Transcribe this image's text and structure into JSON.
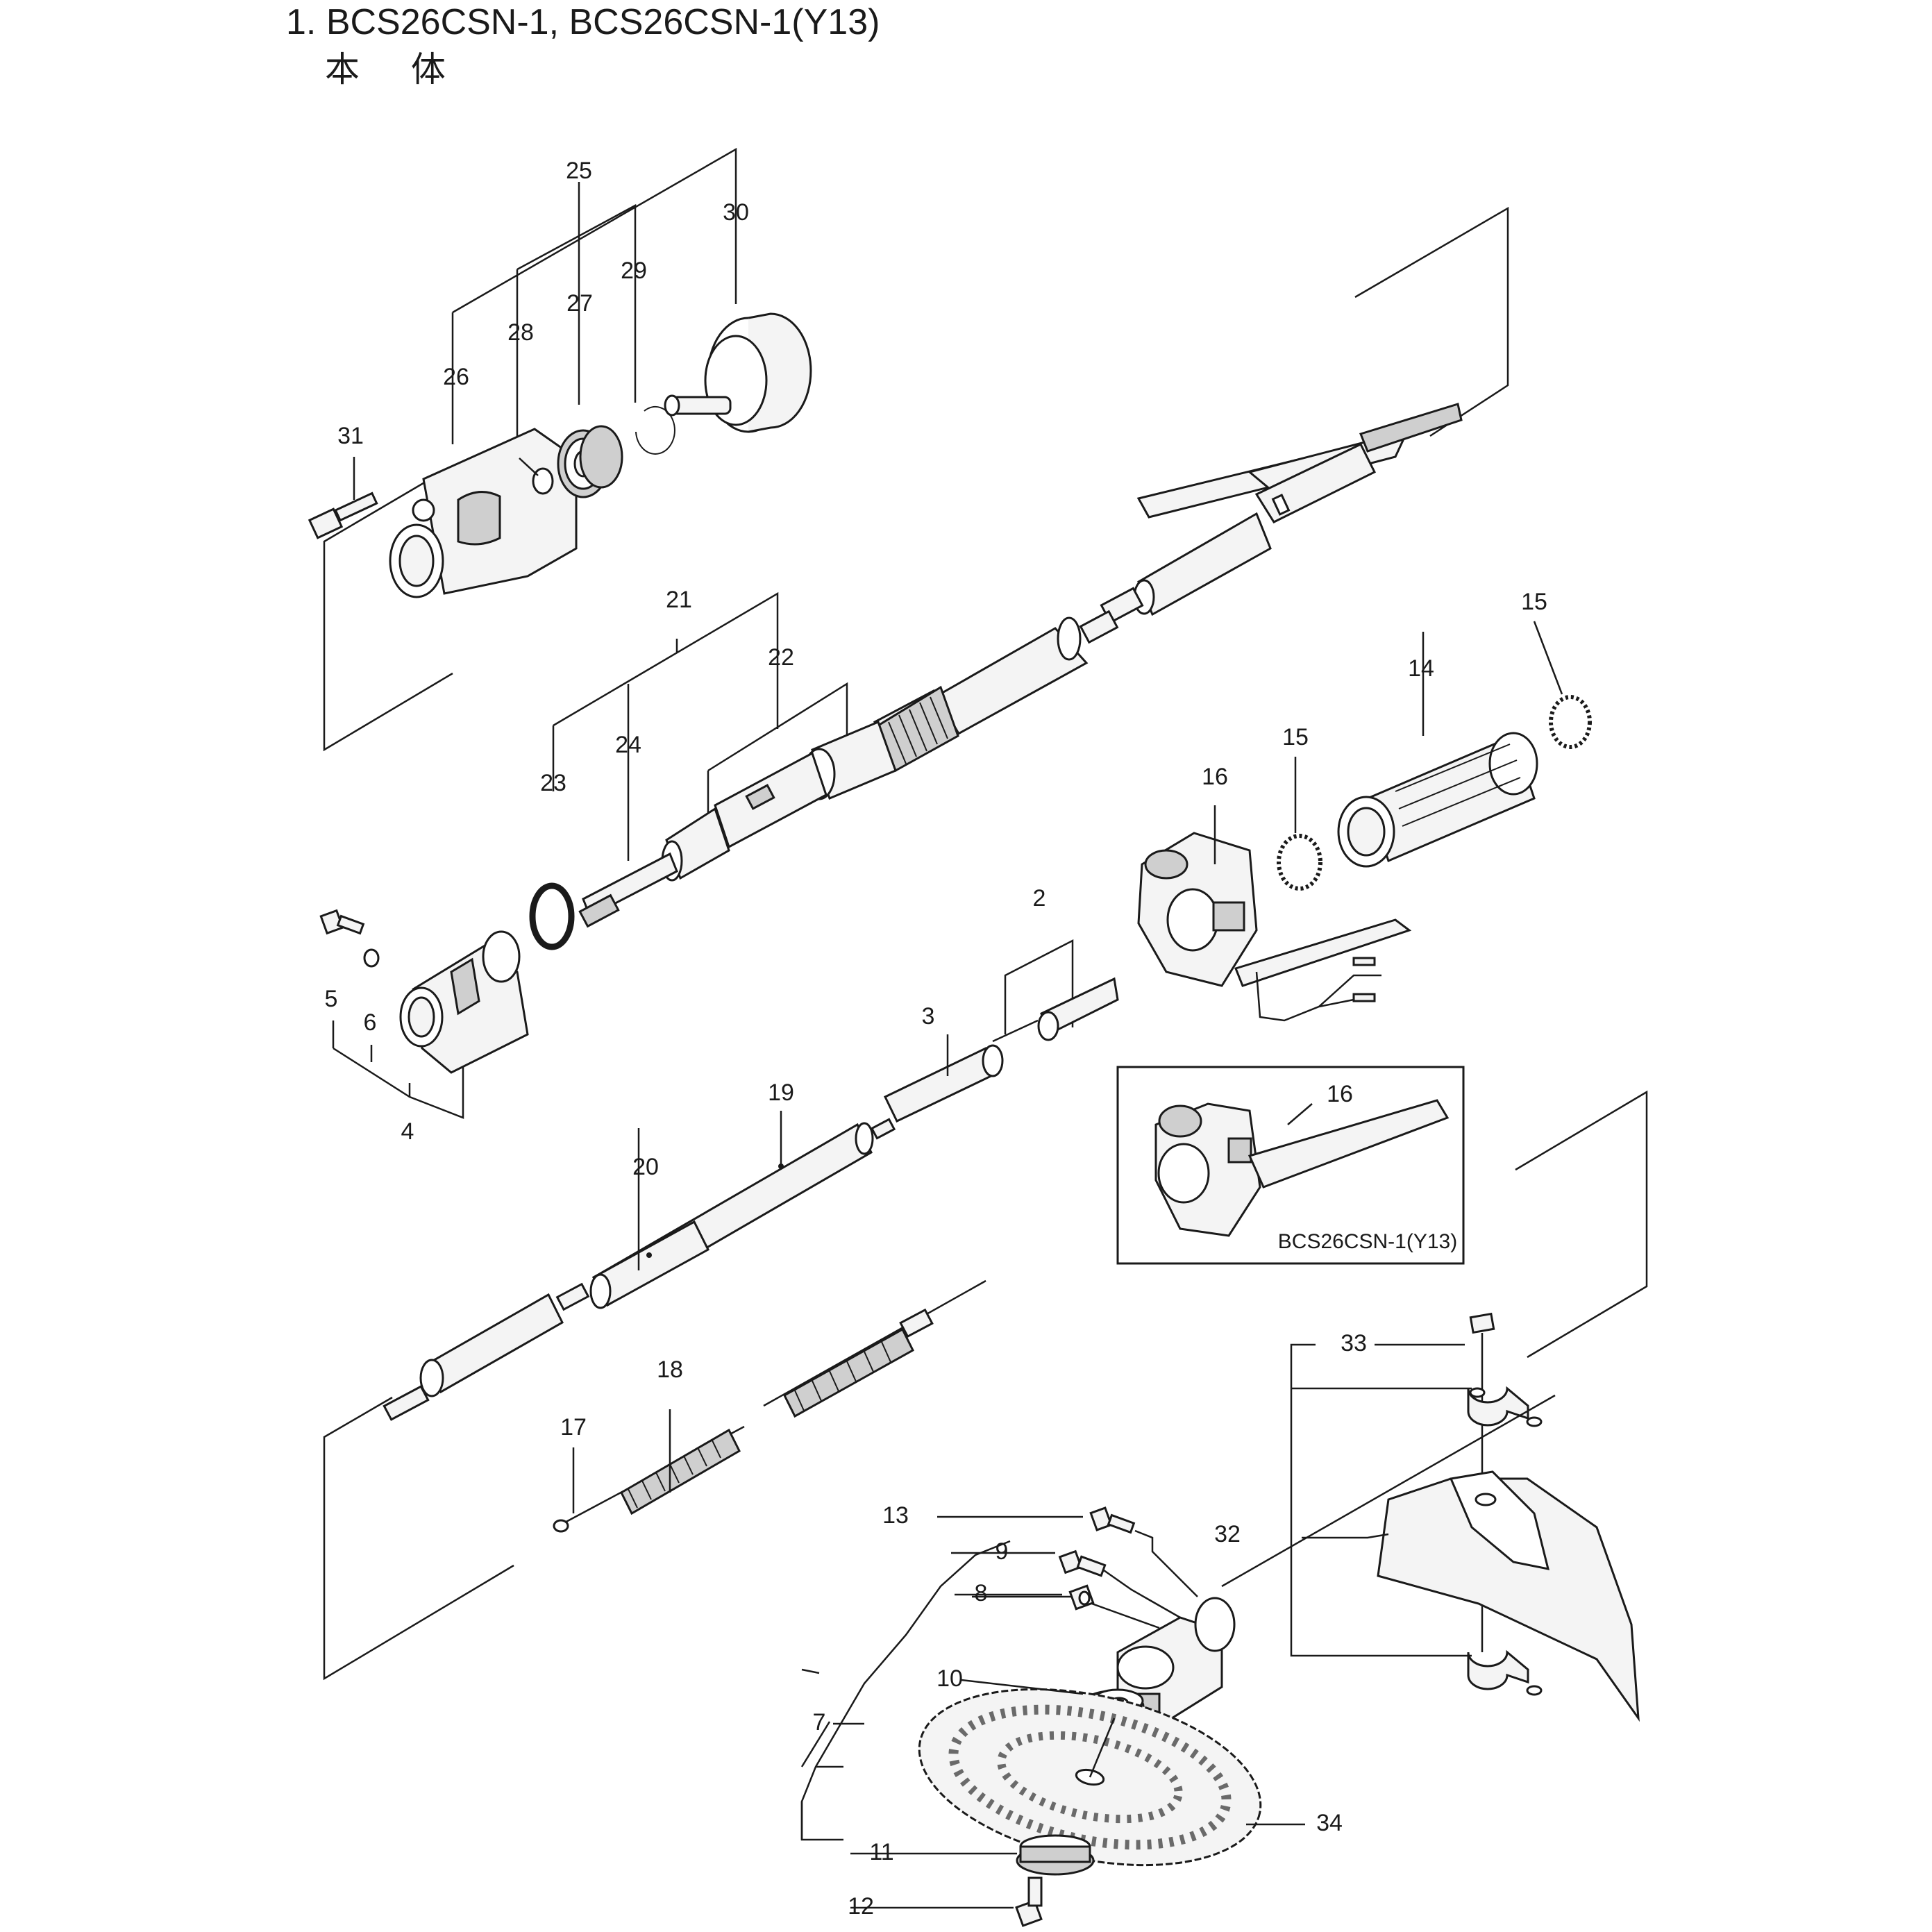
{
  "title": {
    "model_line": "1. BCS26CSN-1, BCS26CSN-1(Y13)",
    "section": "本 体"
  },
  "inset": {
    "caption": "BCS26CSN-1(Y13)",
    "part_label": "16"
  },
  "callouts": {
    "p2": "2",
    "p3": "3",
    "p4": "4",
    "p5": "5",
    "p6": "6",
    "p7": "7",
    "p8": "8",
    "p9": "9",
    "p10": "10",
    "p11": "11",
    "p12": "12",
    "p13": "13",
    "p14": "14",
    "p15a": "15",
    "p15b": "15",
    "p16": "16",
    "p17": "17",
    "p18": "18",
    "p19": "19",
    "p20": "20",
    "p21": "21",
    "p22": "22",
    "p23": "23",
    "p24": "24",
    "p25": "25",
    "p26": "26",
    "p27": "27",
    "p28": "28",
    "p29": "29",
    "p30": "30",
    "p31": "31",
    "p32": "32",
    "p33": "33",
    "p34": "34"
  },
  "colors": {
    "ink": "#1a1a1a",
    "part_fill": "#f4f4f4",
    "part_shade": "#cfcfcf",
    "background": "#ffffff"
  }
}
